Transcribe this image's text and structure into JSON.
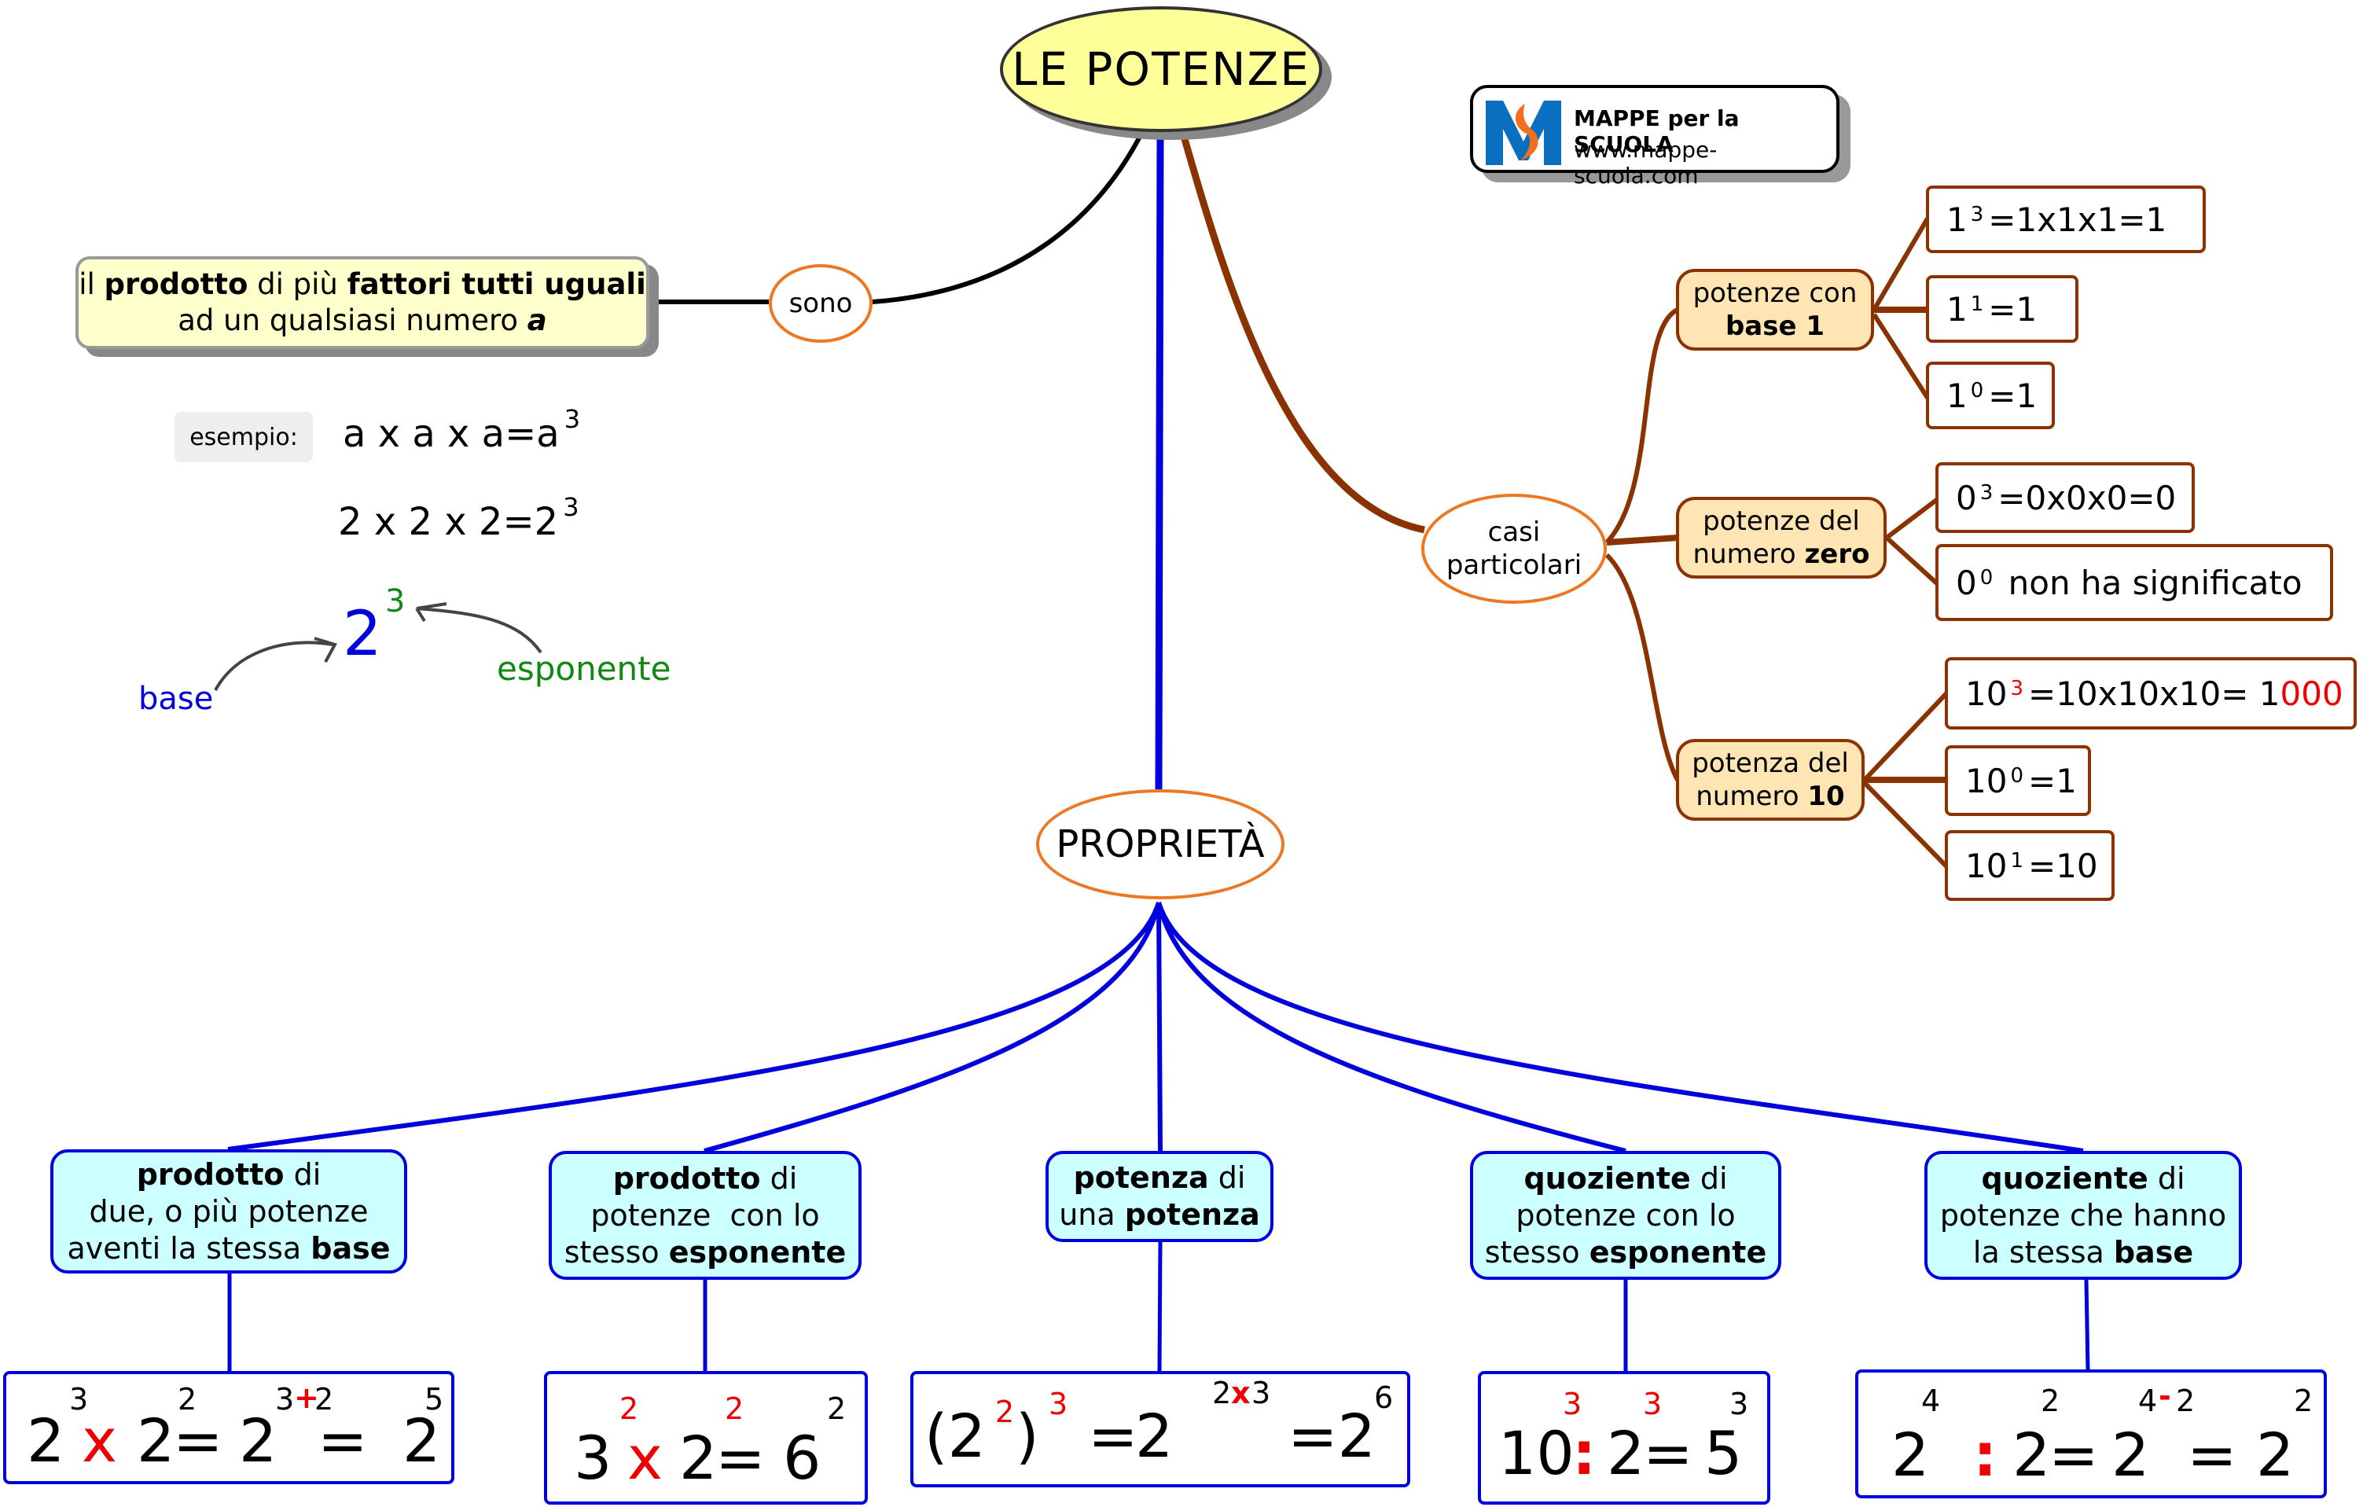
{
  "root": {
    "title": "LE POTENZE"
  },
  "logo": {
    "title": "MAPPE per la SCUOLA",
    "url": "www.mappe-scuola.com",
    "icon": "mappe-logo-icon",
    "colors": {
      "blue": "#0b6fc0",
      "orange": "#f07020"
    }
  },
  "definition": {
    "link_label": "sono",
    "line1": [
      {
        "t": "il "
      },
      {
        "t": "prodotto",
        "b": true
      },
      {
        "t": " di più "
      },
      {
        "t": "fattori tutti uguali",
        "b": true
      }
    ],
    "line2": [
      {
        "t": "ad un qualsiasi numero "
      },
      {
        "t": "a",
        "b": true,
        "i": true
      }
    ]
  },
  "example": {
    "label": "esempio:",
    "formula1": {
      "text": "a x a x a=a",
      "exp": "3"
    },
    "formula2": {
      "text": "2 x 2 x 2=2",
      "exp": "3"
    },
    "base_number": "2",
    "exponent_number": "3",
    "base_label": "base",
    "exponent_label": "esponente",
    "colors": {
      "base": "#0000dd",
      "exponent": "#118811"
    }
  },
  "special_cases": {
    "label_line1": "casi",
    "label_line2": "particolari",
    "categories": [
      {
        "line1": [
          {
            "t": "potenze con"
          }
        ],
        "line2": [
          {
            "t": "base 1",
            "b": true
          }
        ],
        "leaves": [
          {
            "base": "1",
            "exp": "3",
            "rest": "=1x1x1=1"
          },
          {
            "base": "1",
            "exp": "1",
            "rest": "=1"
          },
          {
            "base": "1",
            "exp": "0",
            "rest": "=1"
          }
        ]
      },
      {
        "line1": [
          {
            "t": "potenze del"
          }
        ],
        "line2": [
          {
            "t": "numero "
          },
          {
            "t": "zero",
            "b": true
          }
        ],
        "leaves": [
          {
            "base": "0",
            "exp": "3",
            "rest": "=0x0x0=0"
          },
          {
            "base": "0",
            "exp": "0",
            "rest": " non ha significato"
          }
        ]
      },
      {
        "line1": [
          {
            "t": "potenza del"
          }
        ],
        "line2": [
          {
            "t": "numero "
          },
          {
            "t": "10",
            "b": true
          }
        ],
        "leaves": [
          {
            "base": "10",
            "exp": "3",
            "exp_red": true,
            "rest": "=10x10x10= 1",
            "rest_red": "000"
          },
          {
            "base": "10",
            "exp": "0",
            "rest": "=1"
          },
          {
            "base": "10",
            "exp": "1",
            "rest": "=10"
          }
        ]
      }
    ]
  },
  "properties": {
    "label": "PROPRIETÀ",
    "items": [
      {
        "lines": [
          [
            {
              "t": "prodotto",
              "b": true
            },
            {
              "t": " di"
            }
          ],
          [
            {
              "t": "due, o più potenze"
            }
          ],
          [
            {
              "t": "aventi la stessa "
            },
            {
              "t": "base",
              "b": true
            }
          ]
        ],
        "example": {
          "exps": [
            "3",
            "2",
            "3",
            "+",
            "2",
            "5"
          ],
          "main": [
            "2",
            "x",
            "2",
            "=",
            "2",
            "=",
            "2"
          ]
        }
      },
      {
        "lines": [
          [
            {
              "t": "prodotto",
              "b": true
            },
            {
              "t": " di"
            }
          ],
          [
            {
              "t": "potenze  con lo"
            }
          ],
          [
            {
              "t": "stesso "
            },
            {
              "t": "esponente",
              "b": true
            }
          ]
        ],
        "example": {
          "exps": [
            "2",
            "2",
            "2"
          ],
          "main": [
            "3",
            "x",
            "2",
            "=",
            "6"
          ]
        }
      },
      {
        "lines": [
          [
            {
              "t": "potenza",
              "b": true
            },
            {
              "t": " di"
            }
          ],
          [
            {
              "t": "una "
            },
            {
              "t": "potenza",
              "b": true
            }
          ]
        ],
        "example": {
          "exps": [
            "2",
            "3",
            "2",
            "x",
            "3",
            "6"
          ],
          "main": [
            "(2",
            ")",
            "=",
            "2",
            "=2"
          ]
        }
      },
      {
        "lines": [
          [
            {
              "t": "quoziente",
              "b": true
            },
            {
              "t": " di"
            }
          ],
          [
            {
              "t": "potenze con lo"
            }
          ],
          [
            {
              "t": "stesso "
            },
            {
              "t": "esponente",
              "b": true
            }
          ]
        ],
        "example": {
          "exps": [
            "3",
            "3",
            "3"
          ],
          "main": [
            "10",
            ":",
            "2",
            "=",
            "5"
          ]
        }
      },
      {
        "lines": [
          [
            {
              "t": "quoziente",
              "b": true
            },
            {
              "t": " di"
            }
          ],
          [
            {
              "t": "potenze che hanno"
            }
          ],
          [
            {
              "t": "la stessa "
            },
            {
              "t": "base",
              "b": true
            }
          ]
        ],
        "example": {
          "exps": [
            "4",
            "2",
            "4",
            "-",
            "2",
            "2"
          ],
          "main": [
            "2",
            ":",
            "2",
            "=",
            "2",
            "=",
            "2"
          ]
        }
      }
    ]
  },
  "colors": {
    "root_fill": "#ffff99",
    "definition_fill": "#ffffcc",
    "category_fill": "#ffe5b4",
    "property_fill": "#ccffff",
    "special_link": "#8b3300",
    "property_link": "#0000dd",
    "ellipse_border": "#ee7722",
    "highlight": "#ee0000"
  }
}
